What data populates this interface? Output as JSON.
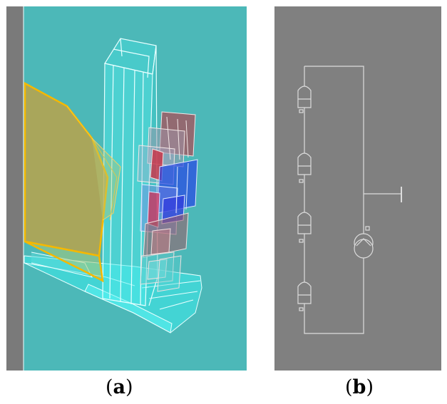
{
  "panels": [
    {
      "id": "a",
      "caption_open": "(",
      "caption_letter": "a",
      "caption_close": ")",
      "background": "#4cb8b8",
      "left_strip_color": "#7a7a7a",
      "yellow_shape_color": "#f5b800",
      "wireframe_color": "#e8ffff",
      "red_color": "#c0303a",
      "blue_color": "#2b40d0"
    },
    {
      "id": "b",
      "caption_open": "(",
      "caption_letter": "b",
      "caption_close": ")",
      "background": "#808080",
      "line_color": "#dcdcdc"
    }
  ]
}
